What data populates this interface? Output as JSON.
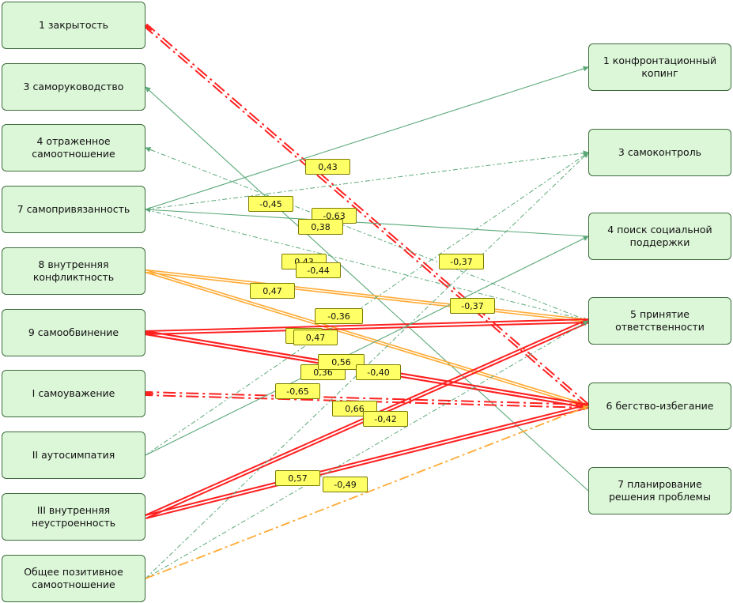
{
  "left_nodes": [
    {
      "id": "L1",
      "label": "1 закрытость"
    },
    {
      "id": "L3",
      "label": "3 саморуководство"
    },
    {
      "id": "L4",
      "label": "4 отраженное самоотношение"
    },
    {
      "id": "L7",
      "label": "7 самопривязанность"
    },
    {
      "id": "L8",
      "label": "8 внутренняя конфликтность"
    },
    {
      "id": "L9",
      "label": "9 самообвинение"
    },
    {
      "id": "LI",
      "label": "I самоуважение"
    },
    {
      "id": "LII",
      "label": "II аутосимпатия"
    },
    {
      "id": "LIII",
      "label": "III внутренняя неустроенность"
    },
    {
      "id": "LG",
      "label": "Общее позитивное самоотношение"
    }
  ],
  "right_nodes": [
    {
      "id": "R1",
      "label": "1 конфронтационный копинг"
    },
    {
      "id": "R3",
      "label": "3 самоконтроль"
    },
    {
      "id": "R4",
      "label": "4 поиск социальной поддержки"
    },
    {
      "id": "R5",
      "label": "5 принятие ответственности"
    },
    {
      "id": "R6",
      "label": "6 бегство-избегание"
    },
    {
      "id": "R7",
      "label": "7 планирование решения проблемы"
    }
  ],
  "legend_colors": {
    "strong_positive": "#ff2020",
    "strong_negative": "#ff2020",
    "medium_positive": "#ffaa33",
    "medium_negative": "#ffaa33",
    "weak_positive": "#5aa878",
    "weak_negative": "#5aa878"
  },
  "edges": [
    {
      "from": "R6",
      "to": "L1",
      "value": "0,43",
      "style": "strong_negative"
    },
    {
      "from": "R7",
      "to": "L3",
      "value": "-0,45",
      "style": "weak_positive"
    },
    {
      "from": "R5",
      "to": "L4",
      "value": "-0,63",
      "style": "weak_negative"
    },
    {
      "from": "L7",
      "to": "R1",
      "value": "0,38",
      "style": "weak_positive"
    },
    {
      "from": "L7",
      "to": "R3",
      "value": "0,43",
      "style": "weak_negative"
    },
    {
      "from": "R4",
      "to": "L7",
      "value": "-0,44",
      "style": "weak_positive"
    },
    {
      "from": "L7",
      "to": "R5",
      "value": "-0,37",
      "style": "weak_negative"
    },
    {
      "from": "L8",
      "to": "R5",
      "value": "0,47",
      "style": "medium_positive"
    },
    {
      "from": "L8",
      "to": "R6",
      "value": "-0,37",
      "style": "medium_positive"
    },
    {
      "from": "R5",
      "to": "L9",
      "value": "-0,36",
      "style": "strong_positive"
    },
    {
      "from": "R6",
      "to": "L9",
      "value": "0,70",
      "style": "strong_positive"
    },
    {
      "from": "L9",
      "to": "R6",
      "value": "0,47",
      "style": "strong_positive"
    },
    {
      "from": "R6",
      "to": "LI",
      "value": "-0,65",
      "style": "strong_negative"
    },
    {
      "from": "LII",
      "to": "R4",
      "value": "0,36",
      "style": "weak_positive"
    },
    {
      "from": "LII",
      "to": "R3",
      "value": "0,56",
      "style": "weak_negative"
    },
    {
      "from": "LIII",
      "to": "R5",
      "value": "0,66",
      "style": "strong_positive"
    },
    {
      "from": "LIII",
      "to": "R6",
      "value": "0,57",
      "style": "strong_positive"
    },
    {
      "from": "LG",
      "to": "R5",
      "value": "-0,40",
      "style": "weak_negative"
    },
    {
      "from": "LG",
      "to": "R3",
      "value": "-0,42",
      "style": "weak_negative"
    },
    {
      "from": "LG",
      "to": "R6",
      "value": "-0,49",
      "style": "medium_negative"
    }
  ]
}
